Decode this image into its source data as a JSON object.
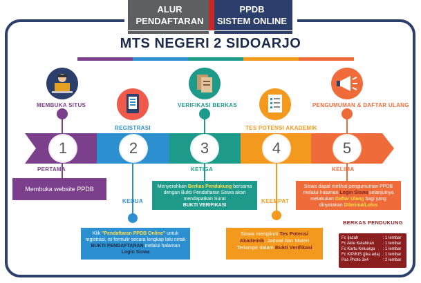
{
  "header": {
    "left_line1": "ALUR",
    "left_line2": "PENDAFTARAN",
    "right_line1": "PPDB",
    "right_line2": "SISTEM ONLINE"
  },
  "school_name": "MTS NEGERI 2 SIDOARJO",
  "colors": {
    "navy": "#2c3e6b",
    "purple": "#7b3f8c",
    "blue": "#2c8fcf",
    "teal": "#1e9a8a",
    "orange": "#f39a1e",
    "red_orange": "#ef6c3a",
    "maroon": "#8b1f1f"
  },
  "steps": [
    {
      "number": "1",
      "title": "MEMBUKA SITUS",
      "ordinal": "PERTAMA",
      "icon": "computer-user-icon",
      "description": "Membuka website PPDB"
    },
    {
      "number": "2",
      "title": "REGISTRASI",
      "ordinal": "KEDUA",
      "icon": "tablet-form-icon",
      "desc_pre": "Klik ",
      "desc_hl1": "\"Pendaftaran PPDB Online\"",
      "desc_mid": " untuk registrasi, isi formulir secara lengkap lalu cetak ",
      "desc_hl2": "BUKTI PENDAFTARAN",
      "desc_post": " melalui halaman ",
      "desc_hl3": "Login Siswa"
    },
    {
      "number": "3",
      "title": "VERIFIKASI BERKAS",
      "ordinal": "KETIGA",
      "icon": "documents-icon",
      "desc_pre": "Menyerahkan ",
      "desc_hl1": "Berkas Pendukung",
      "desc_mid": " bersama dengan Bukti Pendaftaran Siswa akan mendapatkan Surat",
      "desc_hl2": "BUKTI VERIFIKASI"
    },
    {
      "number": "4",
      "title": "TES POTENSI AKADEMIK",
      "ordinal": "KEEMPAT",
      "icon": "checklist-icon",
      "desc_pre": "Siswa mengikuti ",
      "desc_hl1": "Tes Potensi Akademik",
      "desc_mid": ", Jadwal dan Materi Terlampir dalam ",
      "desc_hl2": "Bukti Verifikasi"
    },
    {
      "number": "5",
      "title": "PENGUMUMAN & DAFTAR ULANG",
      "ordinal": "KELIMA",
      "icon": "megaphone-icon",
      "desc_pre": "Siswa dapat melihat pengumuman PPDB melalui halaman ",
      "desc_hl1": "Login Siswa",
      "desc_mid": " selanjutnya melakukan ",
      "desc_hl2": "Daftar Ulang",
      "desc_mid2": " bagi yang dinyatakan ",
      "desc_hl3": "Diterima/Lulus"
    }
  ],
  "berkas": {
    "title": "BERKAS PENDUKUNG",
    "items": [
      {
        "name": "Fc Ijazah",
        "qty": ": 1 lembar"
      },
      {
        "name": "Fc Akte Kelahiran",
        "qty": ": 1 lembar"
      },
      {
        "name": "Fc Kartu Keluarga",
        "qty": ": 1 lembar"
      },
      {
        "name": "Fc KIP/KIS (jika ada)",
        "qty": ": 1 lembar"
      },
      {
        "name": "Pas Photo 3x4",
        "qty": ": 2 lembar"
      }
    ]
  }
}
